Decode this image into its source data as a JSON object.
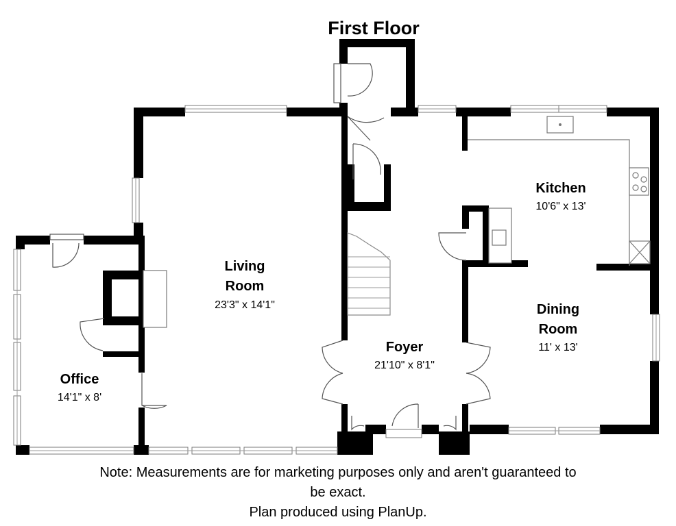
{
  "title": "First Floor",
  "rooms": {
    "living": {
      "name_line1": "Living",
      "name_line2": "Room",
      "dims": "23'3\" x 14'1\""
    },
    "kitchen": {
      "name": "Kitchen",
      "dims": "10'6\" x 13'"
    },
    "dining": {
      "name_line1": "Dining",
      "name_line2": "Room",
      "dims": "11' x 13'"
    },
    "foyer": {
      "name": "Foyer",
      "dims": "21'10\" x 8'1\""
    },
    "office": {
      "name": "Office",
      "dims": "14'1\" x 8'"
    }
  },
  "footer": {
    "note_line1": "Note: Measurements are for marketing purposes only and aren't guaranteed to",
    "note_line2": "be exact.",
    "credit": "Plan produced using PlanUp."
  }
}
